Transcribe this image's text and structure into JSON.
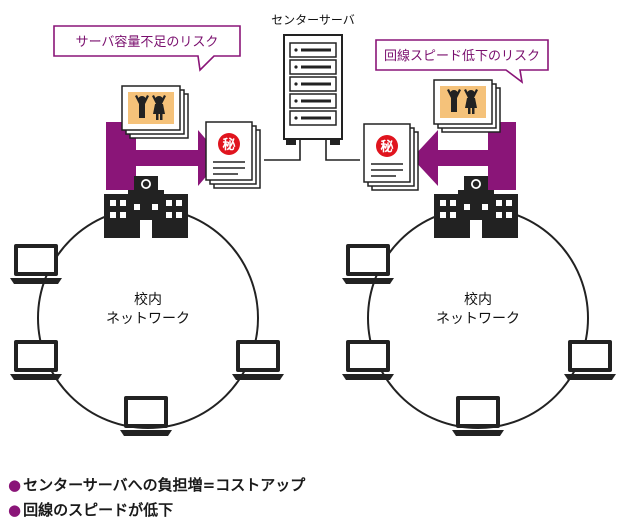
{
  "server": {
    "label": "センターサーバ"
  },
  "callouts": {
    "left": "サーバ容量不足のリスク",
    "right": "回線スピード低下のリスク"
  },
  "networks": {
    "left": {
      "line1": "校内",
      "line2": "ネットワーク"
    },
    "right": {
      "line1": "校内",
      "line2": "ネットワーク"
    }
  },
  "secret_mark": "秘",
  "bullets": [
    "センターサーバへの負担増=コストアップ",
    "回線のスピードが低下"
  ],
  "colors": {
    "accent": "#8a1578",
    "callout_border": "#8a1578",
    "photo_bg": "#f5c27a",
    "secret_red": "#e0141e",
    "ink": "#1a1a1a"
  }
}
